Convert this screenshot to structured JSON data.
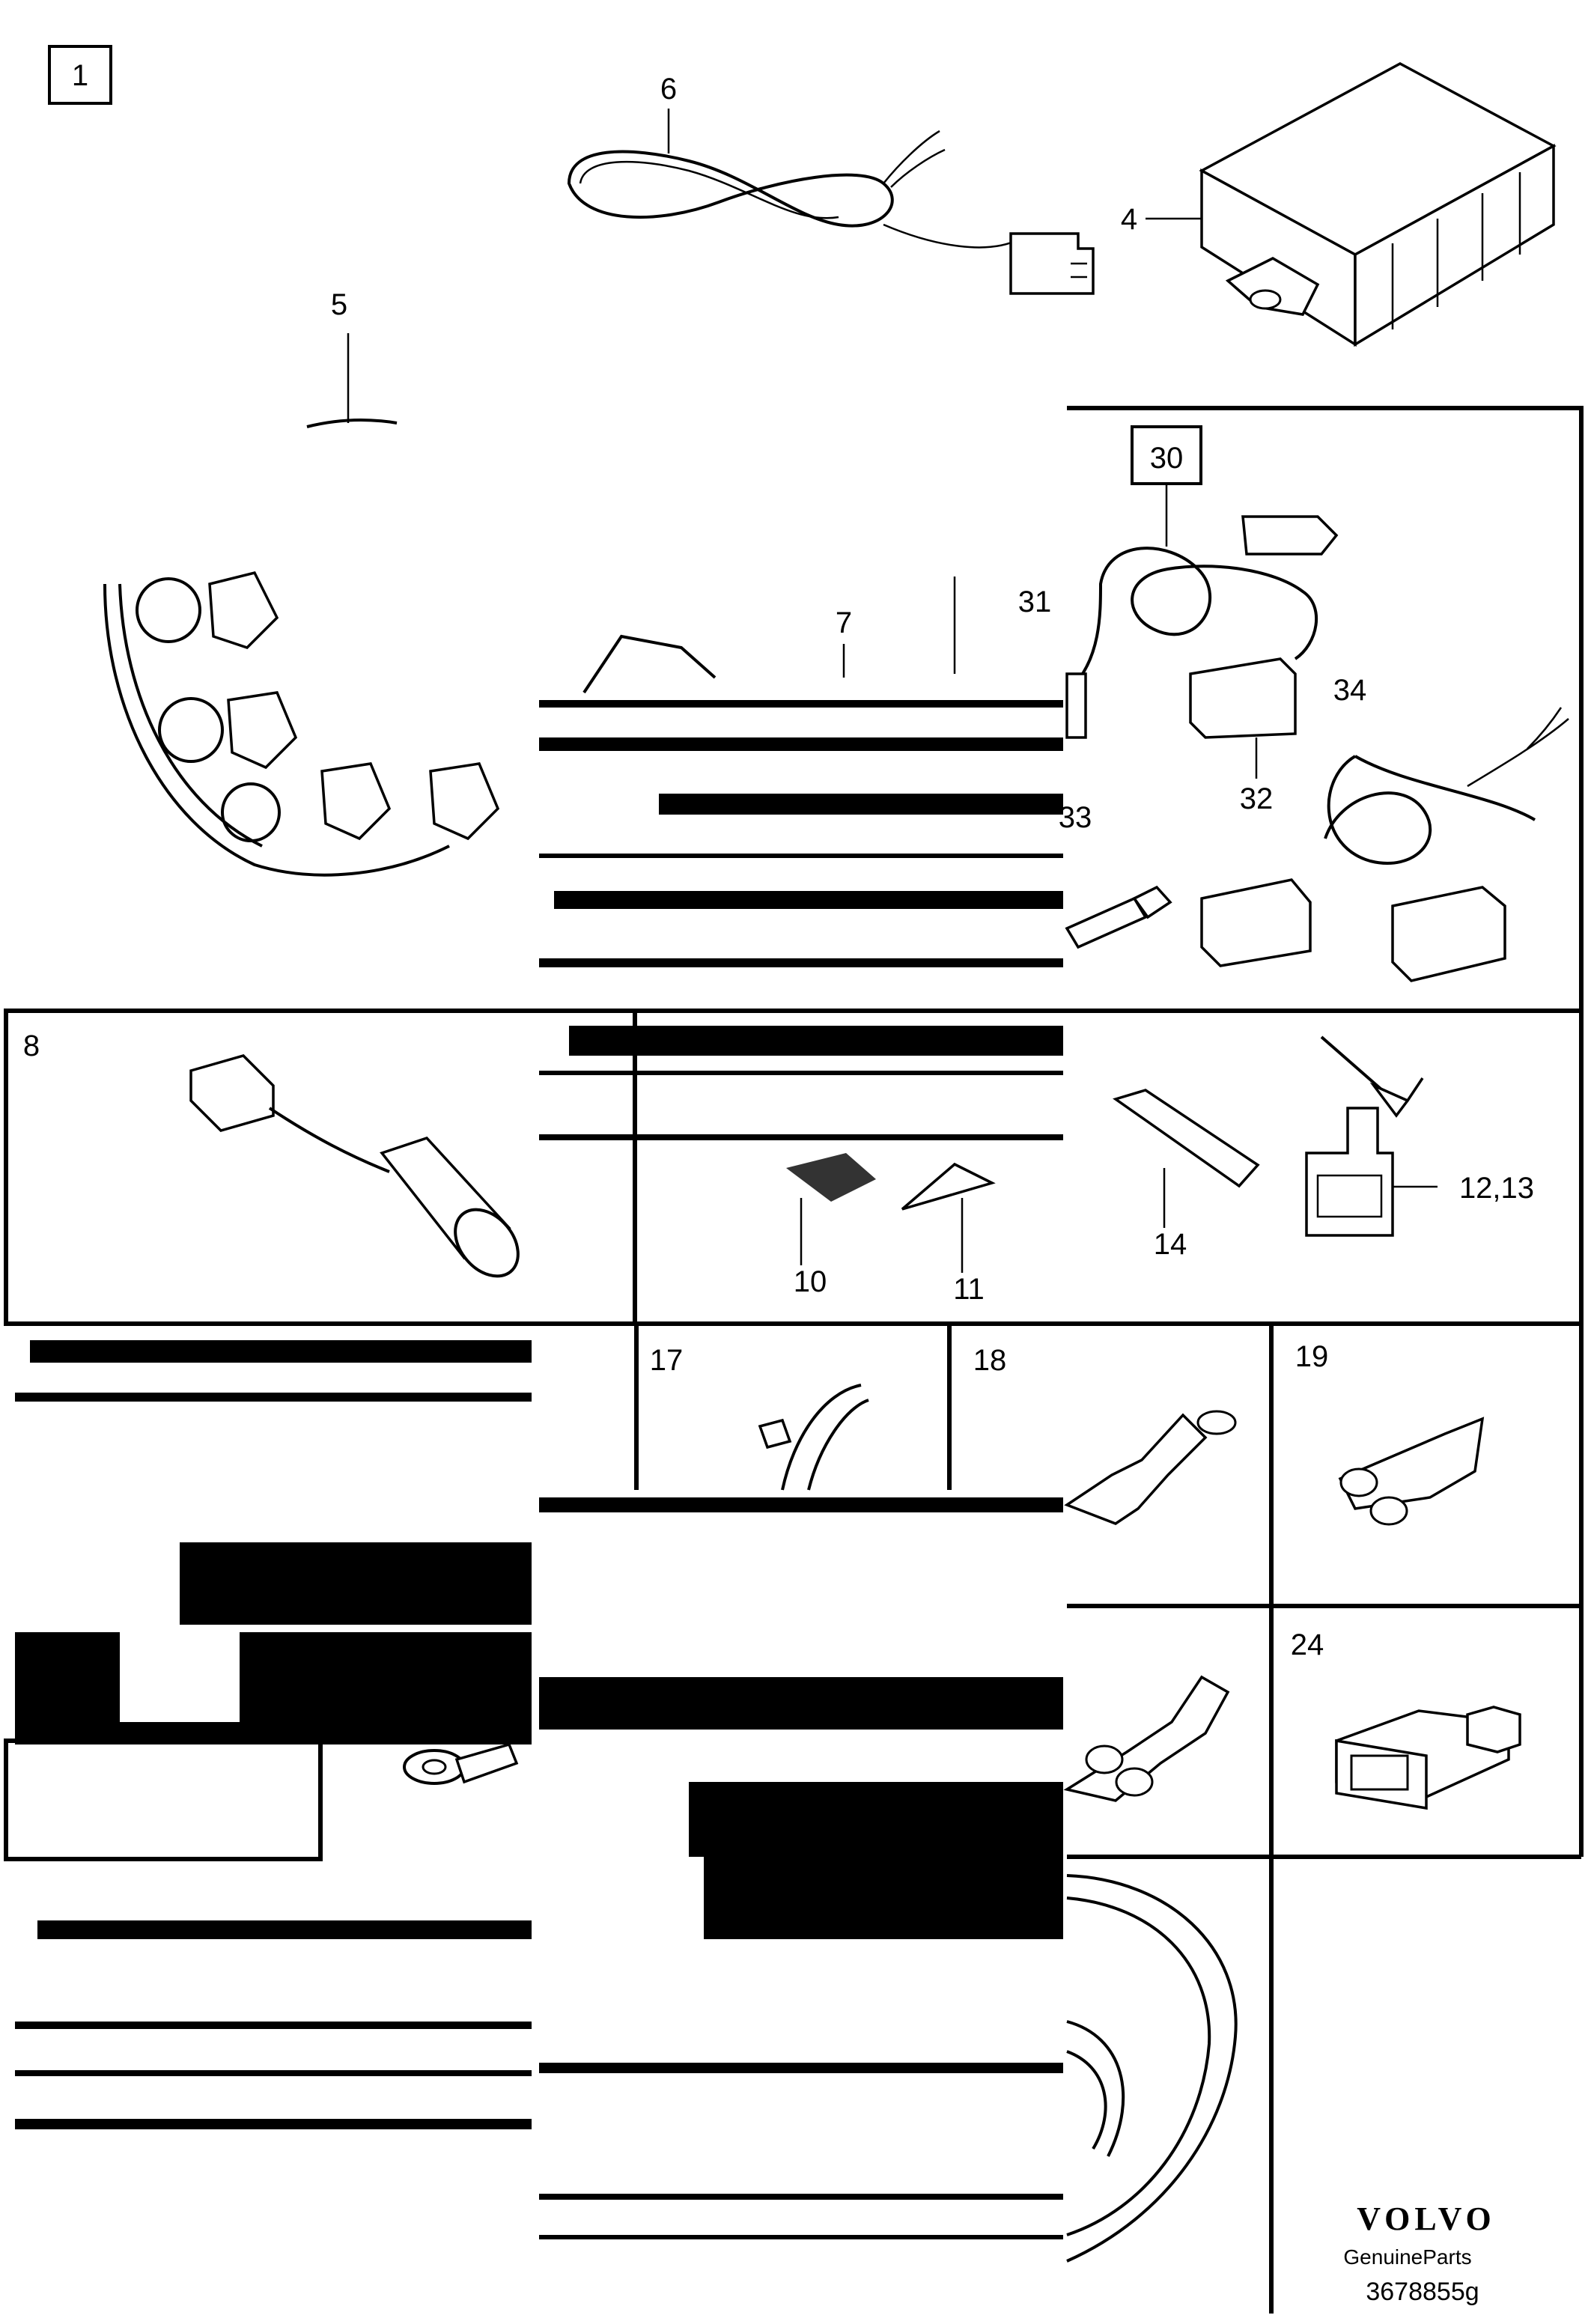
{
  "diagram": {
    "kit_box_label": "1",
    "boxed_label_30": "30",
    "callouts": [
      "6",
      "4",
      "5",
      "7",
      "31",
      "32",
      "33",
      "34",
      "8",
      "10",
      "11",
      "14",
      "12,13",
      "17",
      "18",
      "19",
      "24"
    ]
  },
  "brand": {
    "logo_text": "VOLVO",
    "subtitle": "GenuineParts",
    "image_code": "3678855g"
  }
}
